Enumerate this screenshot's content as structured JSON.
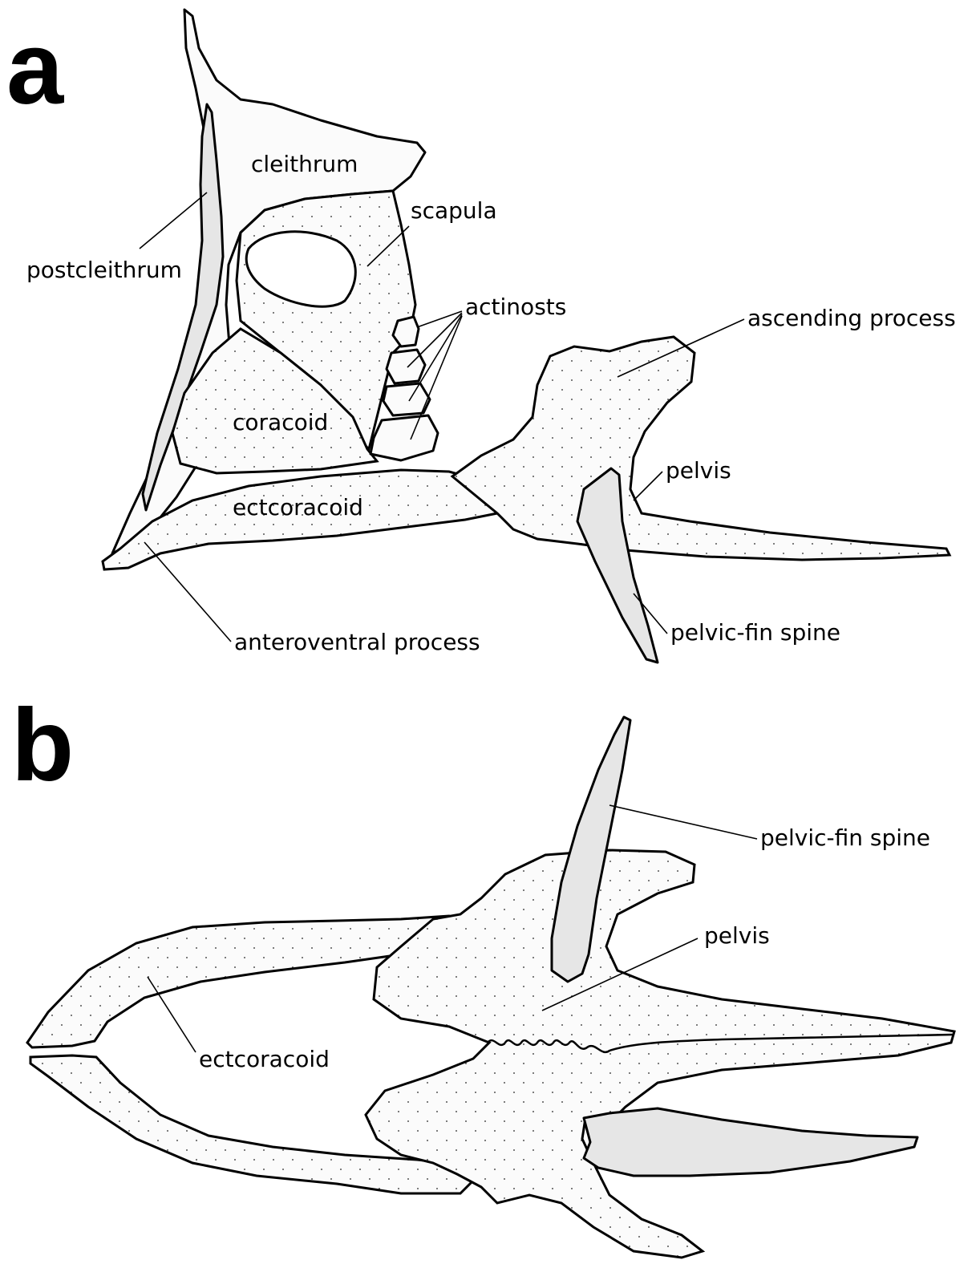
{
  "panels": {
    "a": {
      "letter": "a",
      "labels": {
        "cleithrum": "cleithrum",
        "scapula": "scapula",
        "postcleithrum": "postcleithrum",
        "actinosts": "actinosts",
        "ascending_process": "ascending process",
        "coracoid": "coracoid",
        "pelvis": "pelvis",
        "ectcoracoid": "ectcoracoid",
        "pelvic_fin_spine": "pelvic-fin spine",
        "anteroventral_process": "anteroventral process"
      }
    },
    "b": {
      "letter": "b",
      "labels": {
        "pelvic_fin_spine": "pelvic-fin spine",
        "pelvis": "pelvis",
        "ectcoracoid": "ectcoracoid"
      }
    }
  }
}
